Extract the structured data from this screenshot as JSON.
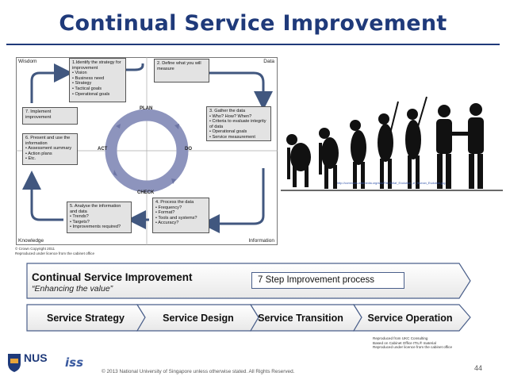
{
  "slide": {
    "title": "Continual Service Improvement",
    "page_number": "44",
    "footer": "© 2013 National University of Singapore unless otherwise stated. All Rights Reserved.",
    "logos": {
      "nus_text": "NUS",
      "iss_text": "iss"
    }
  },
  "csi_diagram": {
    "corners": {
      "wisdom": "Wisdom",
      "data": "Data",
      "knowledge": "Knowledge",
      "information": "Information"
    },
    "cycle_labels": {
      "plan": "PLAN",
      "do": "DO",
      "check": "CHECK",
      "act": "ACT"
    },
    "steps": [
      {
        "title": "1.Identify the strategy for improvement",
        "items": [
          "• Vision",
          "• Business need",
          "• Strategy",
          "• Tactical goals",
          "• Operational goals"
        ]
      },
      {
        "title": "2. Define what you will measure",
        "items": []
      },
      {
        "title": "3. Gather the data",
        "items": [
          "• Who? How? When?",
          "• Criteria to evaluate integrity of data",
          "• Operational goals",
          "• Service measurement"
        ]
      },
      {
        "title": "4. Process the data",
        "items": [
          "• Frequency?",
          "• Format?",
          "• Tools and systems?",
          "• Accuracy?"
        ]
      },
      {
        "title": "5. Analyse the information and data",
        "items": [
          "• Trends?",
          "• Targets?",
          "• Improvements required?"
        ]
      },
      {
        "title": "6. Present and use the information",
        "items": [
          "• Assessment summary",
          "• Action plans",
          "• Etc."
        ]
      },
      {
        "title": "7. Implement improvement",
        "items": []
      }
    ],
    "copyright": "© Crown Copyright 2011",
    "reproduced": "Reproduced under licence from the cabinet office"
  },
  "image_credit": "http://commons.wikimedia.org/wiki/File:Sellaf_Evolution_of_Human_Evolution.jpg",
  "process_banner": {
    "title": "Continual Service Improvement",
    "subtitle": "“Enhancing the value”",
    "process_label": "7 Step Improvement process"
  },
  "lifecycle": [
    "Service Strategy",
    "Service Design",
    "Service Transition",
    "Service Operation"
  ],
  "source_notes": [
    "Reproduced from UKC Consulting",
    "Based on Cabinet Office ITIL® material",
    "Reproduced under licence from the cabinet office"
  ],
  "colors": {
    "title": "#1f3a7a",
    "arrow": "#41577f",
    "ring": "#8d94bd",
    "box_fill": "#e3e3e3"
  }
}
